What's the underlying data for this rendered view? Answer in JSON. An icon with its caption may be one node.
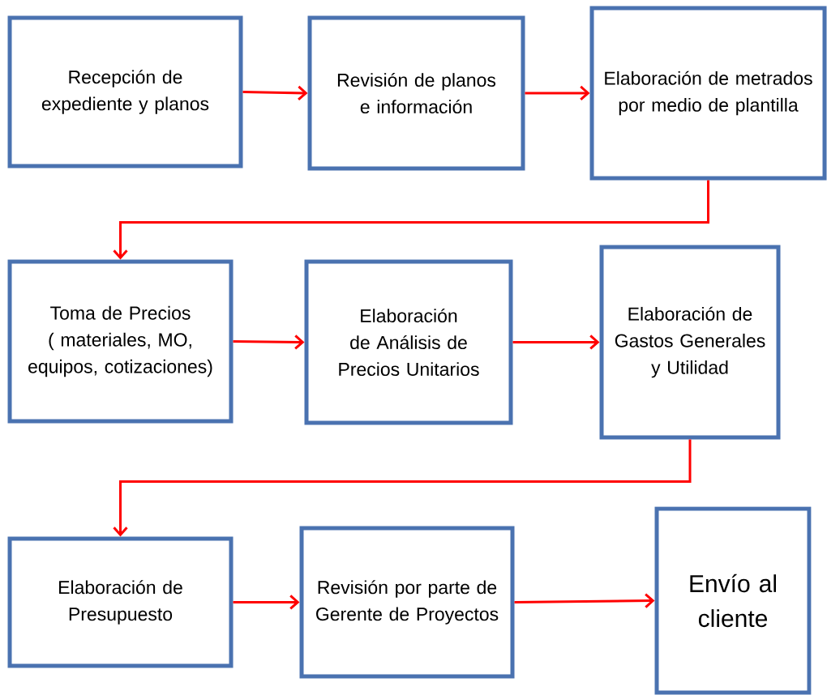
{
  "diagram": {
    "nodes": [
      {
        "text": [
          "Recepción de expediente y planos"
        ]
      },
      {
        "text": [
          "Revisión de planos e información"
        ]
      },
      {
        "text": [
          "Elaboración de metrados por medio de plantilla"
        ]
      },
      {
        "text": [
          "Toma de Precios  ( materiales, MO, equipos, cotizaciones)"
        ]
      },
      {
        "text": [
          "Elaboración de Análisis de Precios Unitarios"
        ]
      },
      {
        "text": [
          "Elaboración de Gastos Generales y Utilidad"
        ]
      },
      {
        "text": [
          "Elaboración de Presupuesto"
        ]
      },
      {
        "text": [
          "Revisión por parte de Gerente de Proyectos"
        ]
      },
      {
        "text": [
          "Envío al cliente"
        ]
      }
    ],
    "edges": [
      {
        "from": 0,
        "to": 1,
        "arrow": "to"
      },
      {
        "from": 1,
        "to": 2,
        "arrow": "to"
      },
      {
        "from": 2,
        "to": 3,
        "arrow": "to"
      },
      {
        "from": 3,
        "to": 4,
        "arrow": "to"
      },
      {
        "from": 4,
        "to": 5,
        "arrow": "to"
      },
      {
        "from": 5,
        "to": 6,
        "arrow": "to"
      },
      {
        "from": 6,
        "to": 7,
        "arrow": "to"
      },
      {
        "from": 7,
        "to": 8,
        "arrow": "to"
      }
    ]
  }
}
